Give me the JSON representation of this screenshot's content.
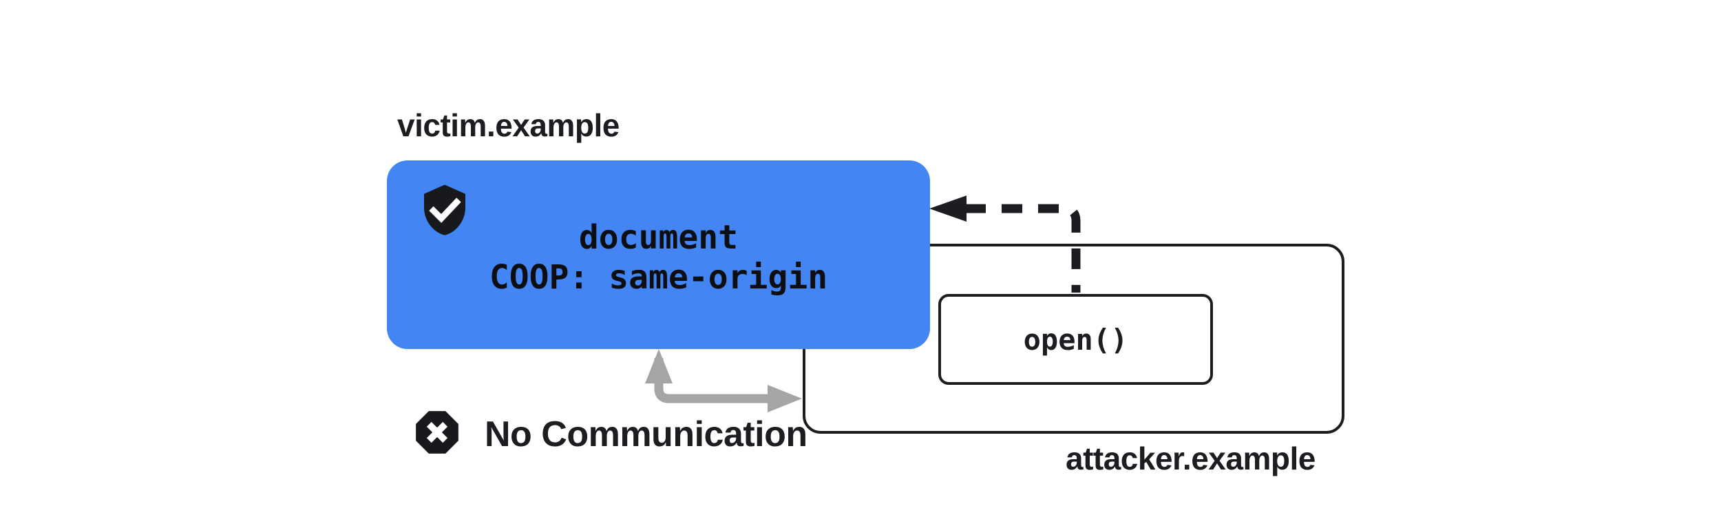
{
  "colors": {
    "accent_blue": "#4485F4",
    "ink": "#1B1D21",
    "arrow_gray": "#A5A5A5",
    "background": "#FFFFFF"
  },
  "victim": {
    "domain_label": "victim.example",
    "doc_title": "document",
    "coop_header": "COOP: same-origin"
  },
  "attacker": {
    "domain_label": "attacker.example",
    "open_label": "open()"
  },
  "status": {
    "no_comm_label": "No Communication"
  },
  "icons": {
    "shield": "shield-check-icon",
    "blocked": "octagon-x-icon",
    "dashed_arrow": "window-reference-dashed-arrow",
    "gray_arrow": "blocked-communication-arrow"
  }
}
